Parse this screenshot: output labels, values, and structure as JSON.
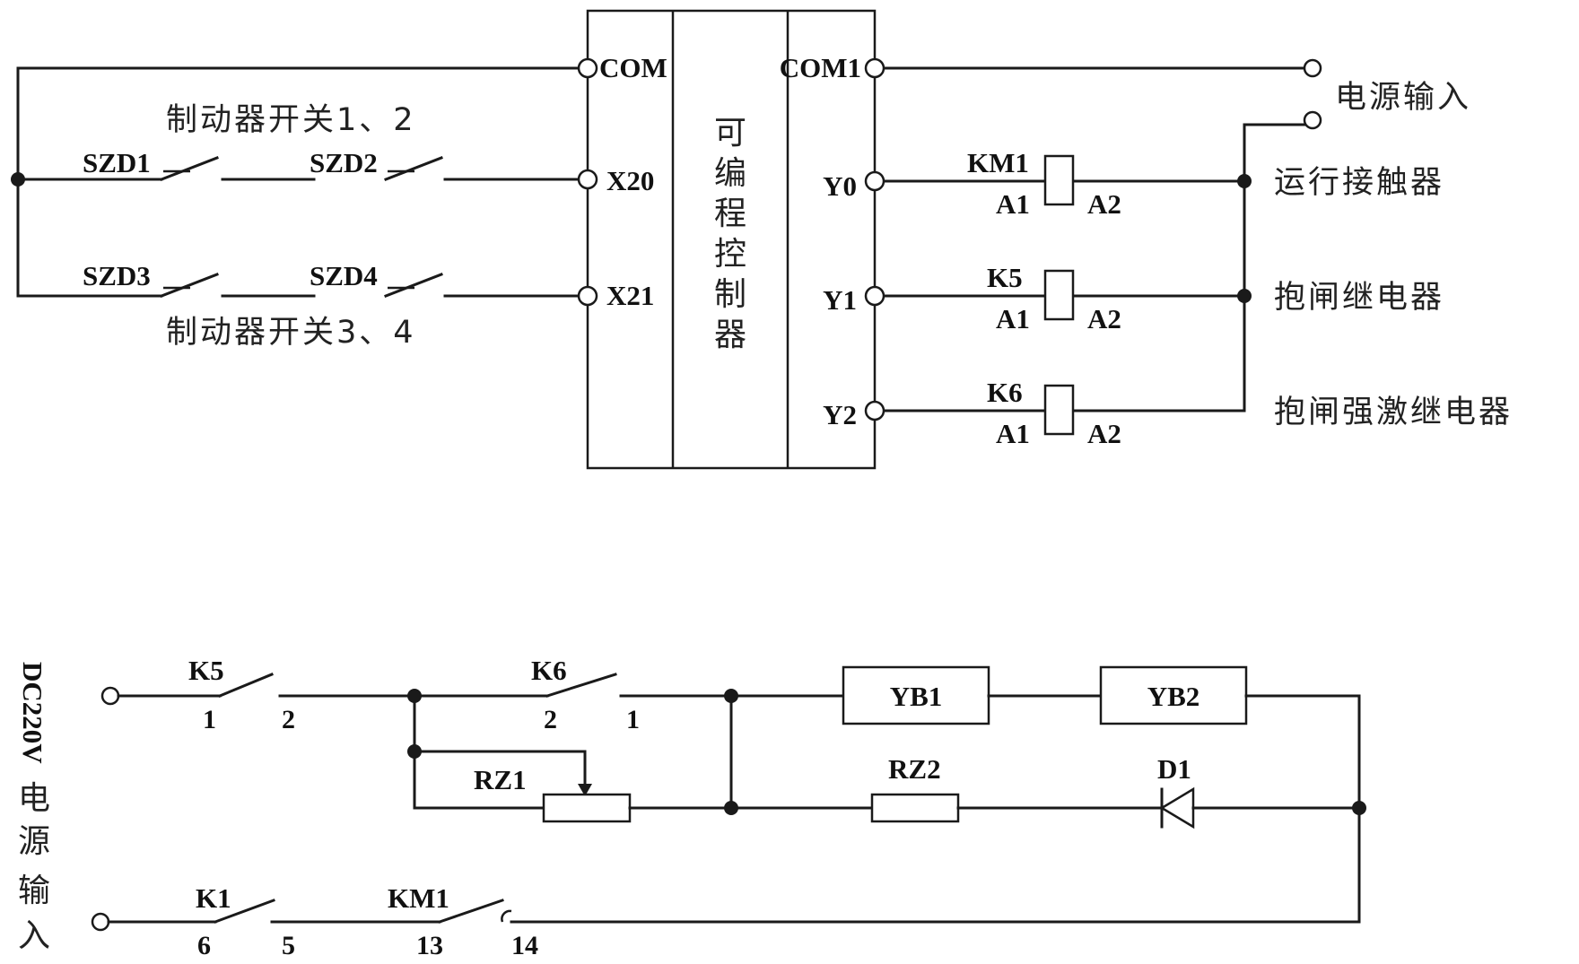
{
  "plc": {
    "title_chars": [
      "可",
      "编",
      "程",
      "控",
      "制",
      "器"
    ],
    "com": "COM",
    "com1": "COM1",
    "x20": "X20",
    "x21": "X21",
    "y0": "Y0",
    "y1": "Y1",
    "y2": "Y2"
  },
  "inputs": {
    "brake_switch_12": "制动器开关1、2",
    "brake_switch_34": "制动器开关3、4",
    "szd1": "SZD1",
    "szd2": "SZD2",
    "szd3": "SZD3",
    "szd4": "SZD4"
  },
  "outputs": {
    "power_input": "电源输入",
    "km1": "KM1",
    "k5": "K5",
    "k6": "K6",
    "a1": "A1",
    "a2": "A2",
    "run_contactor": "运行接触器",
    "brake_relay": "抱闸继电器",
    "brake_force_relay": "抱闸强激继电器"
  },
  "power_circuit": {
    "dc_label_chars": [
      "DC220V",
      "电",
      "源",
      "输",
      "入"
    ],
    "k5": "K5",
    "k5_pin1": "1",
    "k5_pin2": "2",
    "k6": "K6",
    "k6_pin2": "2",
    "k6_pin1": "1",
    "yb1": "YB1",
    "yb2": "YB2",
    "rz1": "RZ1",
    "rz2": "RZ2",
    "d1": "D1",
    "k1": "K1",
    "k1_pin6": "6",
    "k1_pin5": "5",
    "km1": "KM1",
    "km1_pin13": "13",
    "km1_pin14": "14"
  }
}
